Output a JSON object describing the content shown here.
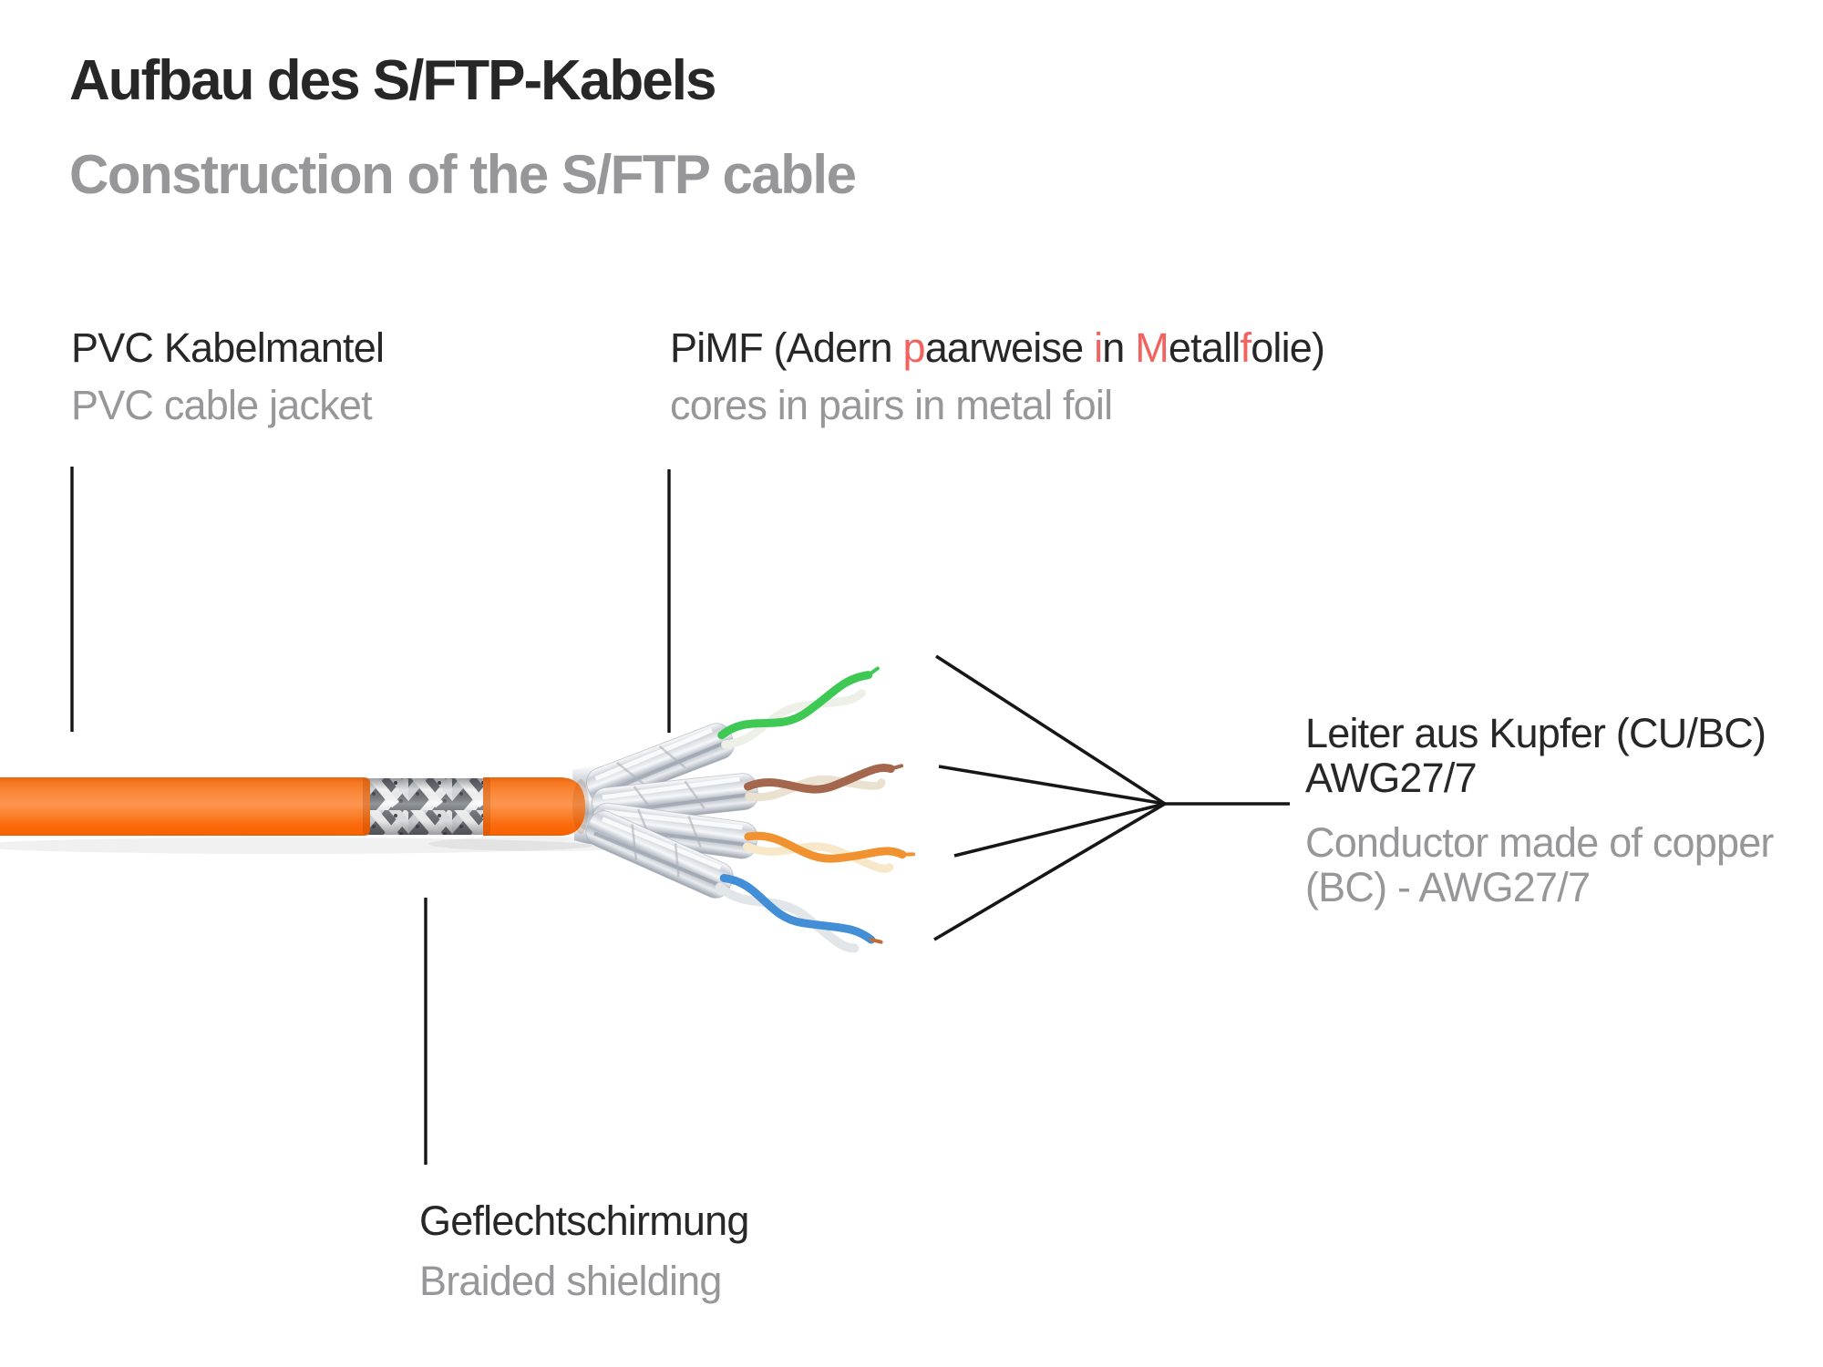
{
  "title": "Aufbau des S/FTP-Kabels",
  "subtitle": "Construction of the S/FTP cable",
  "callouts": {
    "jacket": {
      "label_de": "PVC Kabelmantel",
      "label_en": "PVC cable jacket"
    },
    "pimf": {
      "label_de_segments": [
        {
          "t": "PiMF (Adern "
        },
        {
          "t": "p",
          "red": true
        },
        {
          "t": "aarweise "
        },
        {
          "t": "i",
          "red": true
        },
        {
          "t": "n "
        },
        {
          "t": "M",
          "red": true
        },
        {
          "t": "etall"
        },
        {
          "t": "f",
          "red": true
        },
        {
          "t": "olie)"
        }
      ],
      "label_en": "cores in pairs in metal foil"
    },
    "conductor": {
      "label_de": [
        "Leiter aus Kupfer (CU/BC)",
        "AWG27/7"
      ],
      "label_en": [
        "Conductor made of copper",
        "(BC) - AWG27/7"
      ]
    },
    "braid": {
      "label_de": "Geflechtschirmung",
      "label_en": "Braided shielding"
    }
  },
  "colors": {
    "accent_red": "#f2635f",
    "text_dark": "#272727",
    "text_gray": "#97979a",
    "line_black": "#161616",
    "jacket_orange": "#fb7c22",
    "jacket_orange_dark": "#f26208",
    "braid_silver": "#d7dade",
    "foil_silver": "#e7eaee",
    "wire_green": "#3ec954",
    "wire_green_white": "#edf0e7",
    "wire_brown": "#a4664d",
    "wire_brown_white": "#eae1d1",
    "wire_orange": "#f0922f",
    "wire_orange_white": "#f6e8c9",
    "wire_blue": "#428fd8",
    "wire_blue_white": "#e2e6e9",
    "copper": "#c06b3a"
  }
}
